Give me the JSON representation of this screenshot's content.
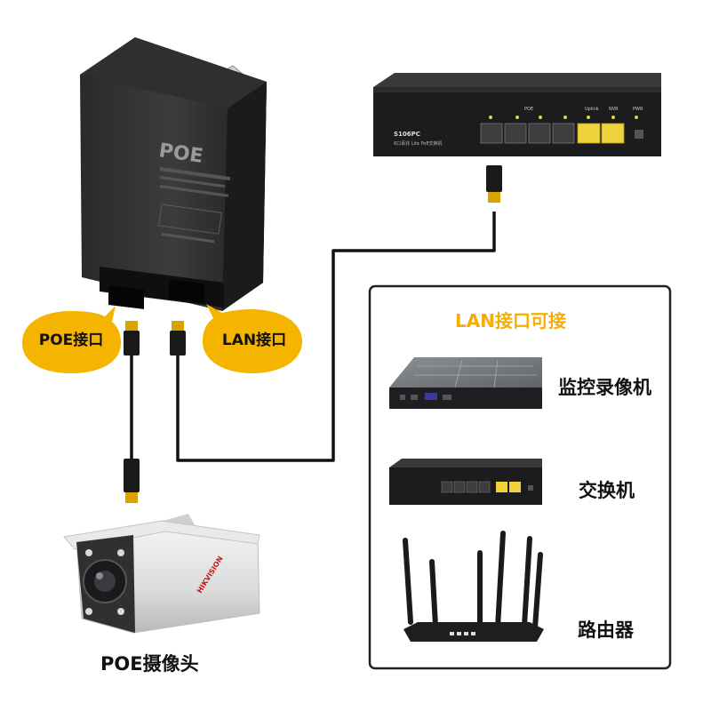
{
  "adapter": {
    "brand": "POE",
    "port_poe_label": "POE接口",
    "port_lan_label": "LAN接口"
  },
  "top_switch": {
    "model": "S106PC",
    "subtitle": "6口百兆 Lite PoE交换机",
    "group_poe": "POE",
    "group_uplink": "Uplink",
    "group_nvr": "NVR",
    "group_pwr": "PWR"
  },
  "panel": {
    "title": "LAN接口可接",
    "devices": [
      {
        "label": "监控录像机",
        "icon": "nvr-recorder-icon"
      },
      {
        "label": "交换机",
        "icon": "network-switch-icon"
      },
      {
        "label": "路由器",
        "icon": "wifi-router-icon"
      }
    ]
  },
  "camera": {
    "label": "POE摄像头",
    "brand": "HIKVISION"
  },
  "colors": {
    "bubble": "#f5b400",
    "panel_title": "#f5ad00",
    "device_body": "#1c1c1e",
    "port_yellow": "#f0d23a",
    "cable": "#111111"
  }
}
